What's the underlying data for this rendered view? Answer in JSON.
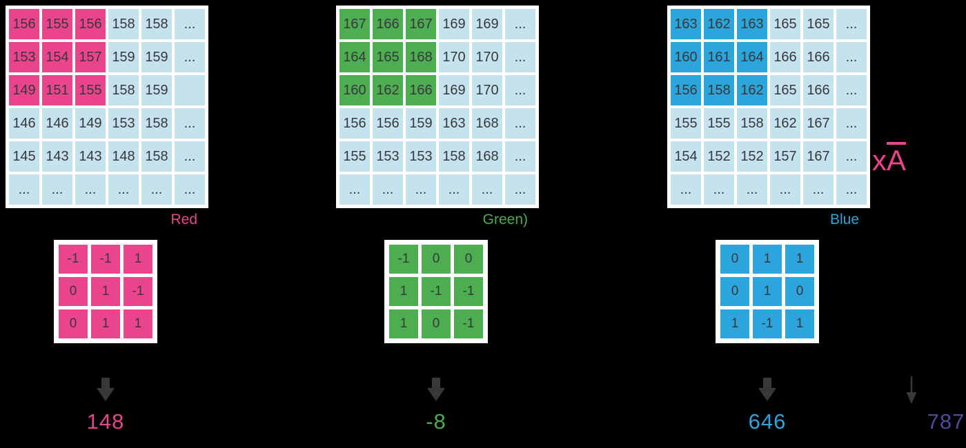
{
  "colors": {
    "background": "#000000",
    "box_bg": "#FFFFFF",
    "cell_bg": "#C4E3EF",
    "cell_text": "#38383A",
    "arrow": "#38383A",
    "red_accent": "#E9448C",
    "green_accent": "#4CAD51",
    "blue_accent": "#2CA4DC",
    "total_accent": "#4F4A99"
  },
  "channels": [
    {
      "name": "red",
      "label": "Red",
      "accent": "#E9448C",
      "highlight_size": 3,
      "grid": [
        [
          "156",
          "155",
          "156",
          "158",
          "158",
          "..."
        ],
        [
          "153",
          "154",
          "157",
          "159",
          "159",
          "..."
        ],
        [
          "149",
          "151",
          "155",
          "158",
          "159",
          ""
        ],
        [
          "146",
          "146",
          "149",
          "153",
          "158",
          "..."
        ],
        [
          "145",
          "143",
          "143",
          "148",
          "158",
          "..."
        ],
        [
          "...",
          "...",
          "...",
          "...",
          "...",
          "..."
        ]
      ],
      "kernel": [
        [
          "-1",
          "-1",
          "1"
        ],
        [
          "0",
          "1",
          "-1"
        ],
        [
          "0",
          "1",
          "1"
        ]
      ],
      "result": "148"
    },
    {
      "name": "green",
      "label": "Green)",
      "accent": "#4CAD51",
      "highlight_size": 3,
      "grid": [
        [
          "167",
          "166",
          "167",
          "169",
          "169",
          "..."
        ],
        [
          "164",
          "165",
          "168",
          "170",
          "170",
          "..."
        ],
        [
          "160",
          "162",
          "166",
          "169",
          "170",
          "..."
        ],
        [
          "156",
          "156",
          "159",
          "163",
          "168",
          "..."
        ],
        [
          "155",
          "153",
          "153",
          "158",
          "168",
          "..."
        ],
        [
          "...",
          "...",
          "...",
          "...",
          "...",
          "..."
        ]
      ],
      "kernel": [
        [
          "-1",
          "0",
          "0"
        ],
        [
          "1",
          "-1",
          "-1"
        ],
        [
          "1",
          "0",
          "-1"
        ]
      ],
      "result": "-8"
    },
    {
      "name": "blue",
      "label": "Blue",
      "accent": "#2CA4DC",
      "highlight_size": 3,
      "grid": [
        [
          "163",
          "162",
          "163",
          "165",
          "165",
          "..."
        ],
        [
          "160",
          "161",
          "164",
          "166",
          "166",
          "..."
        ],
        [
          "156",
          "158",
          "162",
          "165",
          "166",
          "..."
        ],
        [
          "155",
          "155",
          "158",
          "162",
          "167",
          "..."
        ],
        [
          "154",
          "152",
          "152",
          "157",
          "167",
          "..."
        ],
        [
          "...",
          "...",
          "...",
          "...",
          "...",
          "..."
        ]
      ],
      "kernel": [
        [
          "0",
          "1",
          "1"
        ],
        [
          "0",
          "1",
          "0"
        ],
        [
          "1",
          "-1",
          "1"
        ]
      ],
      "result": "646"
    }
  ],
  "annotation": {
    "prefix": "x",
    "symbol": "A",
    "color": "#E9448C"
  },
  "total": {
    "value": "787",
    "color": "#4F4A99"
  }
}
